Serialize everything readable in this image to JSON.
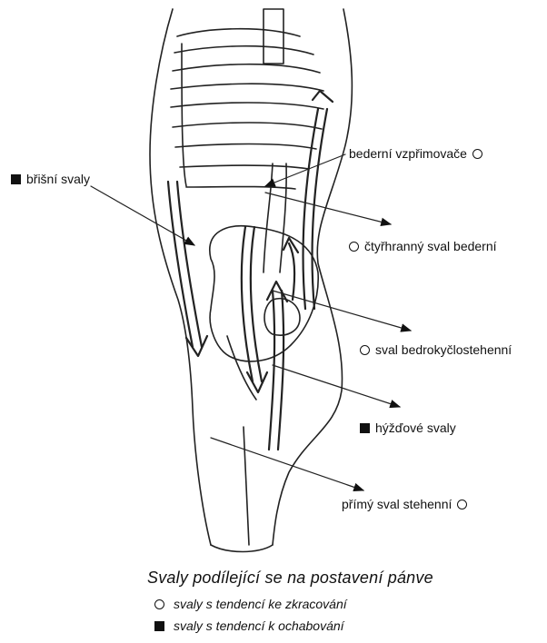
{
  "labels": {
    "abdominal": "břišní svaly",
    "erector": "bederní vzpřimovače",
    "quadratus": "čtyřhranný sval bederní",
    "iliopsoas": "sval bedrokyčlostehenní",
    "gluteal": "hýžďové svaly",
    "rectus_femoris": "přímý sval stehenní"
  },
  "caption": {
    "title": "Svaly podílející se na postavení pánve",
    "legend_shortening": "svaly s tendencí ke zkracování",
    "legend_weakening": "svaly s tendencí k ochabování"
  },
  "icons": {
    "shortening": "circle-outline-icon",
    "weakening": "filled-square-icon"
  }
}
